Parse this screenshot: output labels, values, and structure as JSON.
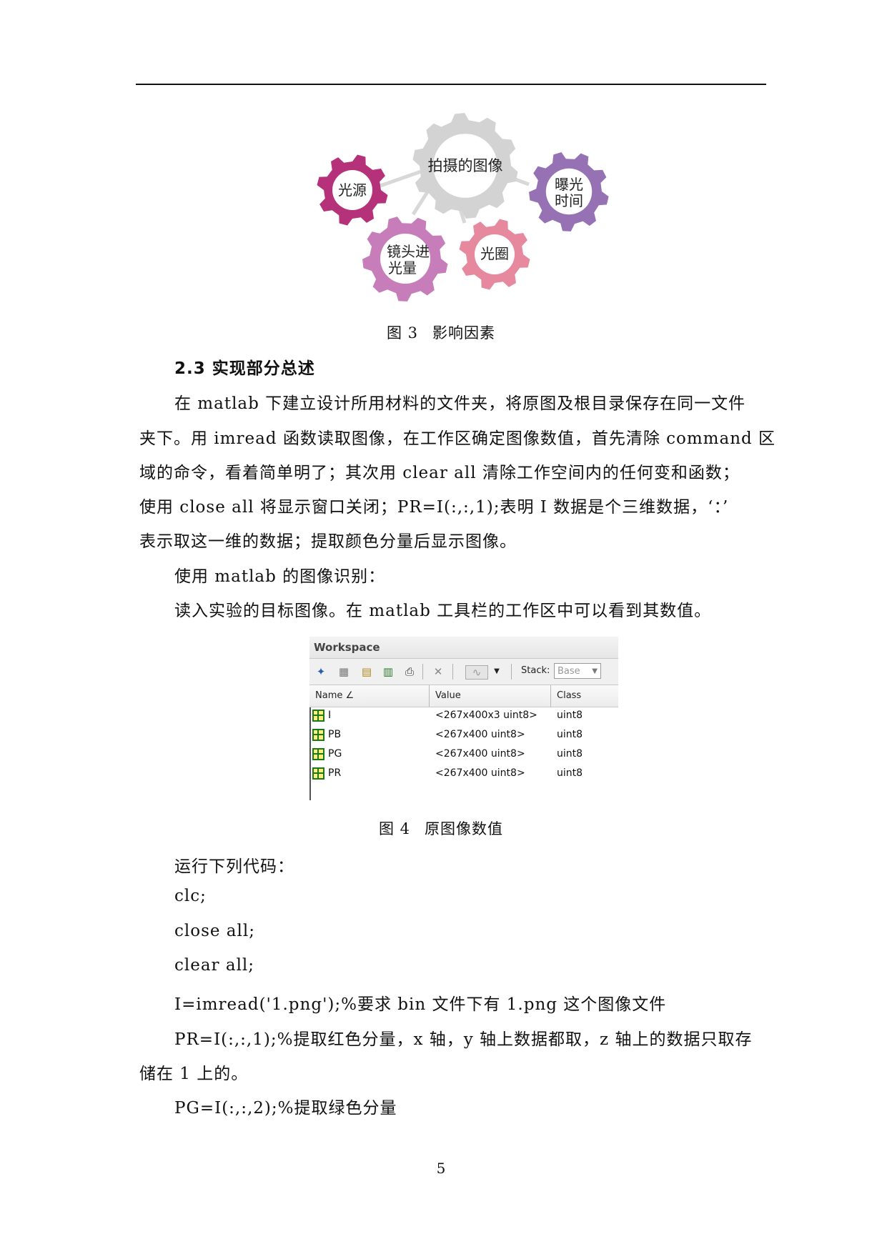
{
  "figure3": {
    "gears": {
      "center": "拍摄的图像",
      "light_source": "光源",
      "exposure_line1": "曝光",
      "exposure_line2": "时间",
      "lens_line1": "镜头进",
      "lens_line2": "光量",
      "aperture": "光圈"
    },
    "caption_num": "图 3",
    "caption_text": "影响因素"
  },
  "section": {
    "heading": "2.3 实现部分总述",
    "lines": [
      "在 matlab 下建立设计所用材料的文件夹，将原图及根目录保存在同一文件",
      "夹下。用 imread 函数读取图像，在工作区确定图像数值，首先清除 command 区",
      "域的命令，看着简单明了；其次用 clear all 清除工作空间内的任何变和函数；",
      "使用 close all 将显示窗口关闭；PR=I(:,:,1);表明 I 数据是个三维数据，‘：’",
      "表示取这一维的数据；提取颜色分量后显示图像。",
      "使用 matlab 的图像识别：",
      "读入实验的目标图像。在 matlab 工具栏的工作区中可以看到其数值。"
    ]
  },
  "workspace": {
    "title": "Workspace",
    "stack_label": "Stack:",
    "stack_value": "Base",
    "columns": {
      "name": "Name ∠",
      "value": "Value",
      "class": "Class"
    },
    "rows": [
      {
        "name": "I",
        "value": "<267x400x3 uint8>",
        "class": "uint8"
      },
      {
        "name": "PB",
        "value": "<267x400 uint8>",
        "class": "uint8"
      },
      {
        "name": "PG",
        "value": "<267x400 uint8>",
        "class": "uint8"
      },
      {
        "name": "PR",
        "value": "<267x400 uint8>",
        "class": "uint8"
      }
    ]
  },
  "figure4": {
    "caption_num": "图 4",
    "caption_text": "原图像数值"
  },
  "code": {
    "intro": "运行下列代码：",
    "lines": [
      "clc;",
      "close all;",
      "clear all;",
      "I=imread('1.png');%要求 bin 文件下有 1.png 这个图像文件",
      "PR=I(:,:,1);%提取红色分量，x 轴，y 轴上数据都取，z 轴上的数据只取存"
    ],
    "continuation": "储在 1 上的。",
    "last": "PG=I(:,:,2);%提取绿色分量"
  },
  "page_number": "5",
  "colors": {
    "center_gear": "#d3d3d3",
    "light_source_gear": "#b5317a",
    "exposure_gear": "#9672b5",
    "lens_gear": "#c77dba",
    "aperture_gear": "#e6899f"
  }
}
